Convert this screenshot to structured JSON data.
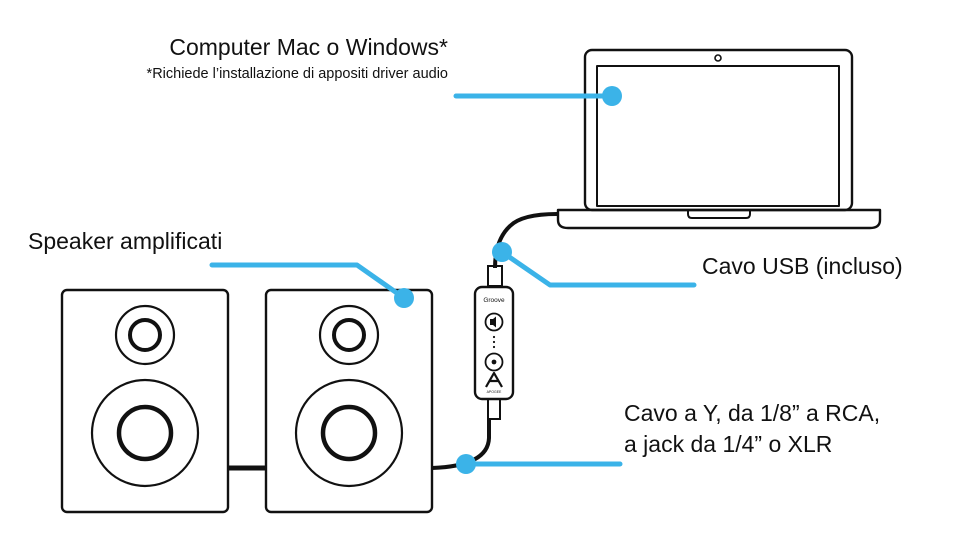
{
  "labels": {
    "computer": "Computer Mac o Windows*",
    "driver_note": "*Richiede l’installazione di appositi driver audio",
    "speakers": "Speaker amplificati",
    "usb_cable": "Cavo USB (incluso)",
    "y_cable_line1": "Cavo a Y, da 1/8” a RCA,",
    "y_cable_line2": "a jack da 1/4” o XLR"
  },
  "device": {
    "brand": "Groove",
    "maker": "APOGEE"
  },
  "icons": {
    "volume_down": "speaker-volume-icon",
    "volume_up": "speaker-volume-up-icon",
    "logo": "apogee-a-logo-icon"
  },
  "colors": {
    "accent": "#3bb3e8",
    "ink": "#111111",
    "background": "#ffffff"
  }
}
